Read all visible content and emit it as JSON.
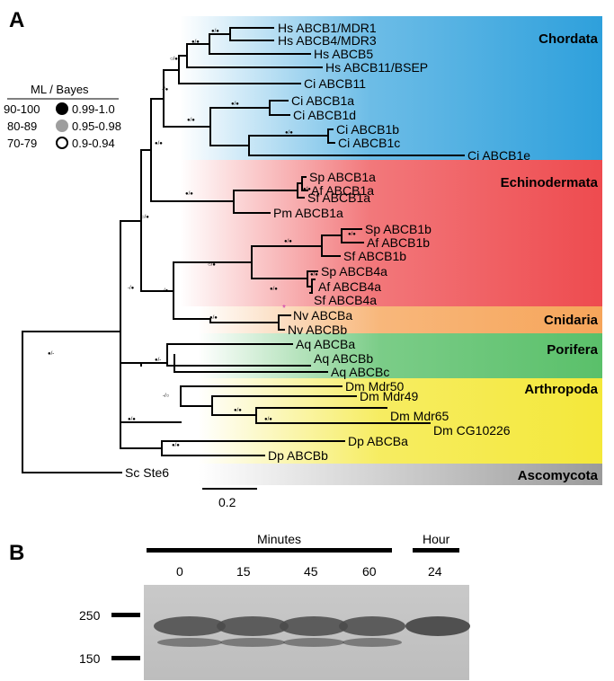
{
  "panel_a": {
    "label": "A",
    "legend": {
      "header": "ML  /  Bayes",
      "rows": [
        {
          "ml": "90-100",
          "bayes": "0.99-1.0",
          "fill": "#000000"
        },
        {
          "ml": "80-89",
          "bayes": "0.95-0.98",
          "fill": "#9e9e9e"
        },
        {
          "ml": "70-79",
          "bayes": "0.9-0.94",
          "fill": "#ffffff"
        }
      ]
    },
    "clades": [
      {
        "name": "Chordata",
        "color": "#2ea0dc"
      },
      {
        "name": "Echinodermata",
        "color": "#ee4b4f"
      },
      {
        "name": "Cnidaria",
        "color": "#f6a55a"
      },
      {
        "name": "Porifera",
        "color": "#5ac06a"
      },
      {
        "name": "Arthropoda",
        "color": "#f4e83a"
      },
      {
        "name": "Ascomycota",
        "color": "#9a9a9a"
      }
    ],
    "leaves": [
      "Hs ABCB1/MDR1",
      "Hs ABCB4/MDR3",
      "Hs ABCB5",
      "Hs ABCB11/BSEP",
      "Ci ABCB11",
      "Ci ABCB1a",
      "Ci ABCB1d",
      "Ci ABCB1b",
      "Ci ABCB1c",
      "Ci ABCB1e",
      "Sp ABCB1a",
      "Af ABCB1a",
      "Sf ABCB1a",
      "Pm ABCB1a",
      "Sp ABCB1b",
      "Af ABCB1b",
      "Sf ABCB1b",
      "Sp ABCB4a",
      "Af ABCB4a",
      "Sf ABCB4a",
      "Nv ABCBa",
      "Nv ABCBb",
      "Aq ABCBa",
      "Aq ABCBb",
      "Aq ABCBc",
      "Dm Mdr50",
      "Dm Mdr49",
      "Dm Mdr65",
      "Dm CG10226",
      "Dp ABCBa",
      "Dp ABCBb",
      "Sc Ste6"
    ],
    "node_labels": {
      "root": "●/-",
      "n_arth": "●/●",
      "n_bil": "-/●",
      "n_echcn": "○/●",
      "n_deut": "-/●",
      "n_pori": "●/-",
      "n_dm": "-/○",
      "generic": "●/●"
    },
    "scale_bar": "0.2"
  },
  "panel_b": {
    "label": "B",
    "minutes_header": "Minutes",
    "hour_header": "Hour",
    "timepoints": [
      "0",
      "15",
      "45",
      "60",
      "24"
    ],
    "markers": [
      "250",
      "150"
    ]
  }
}
